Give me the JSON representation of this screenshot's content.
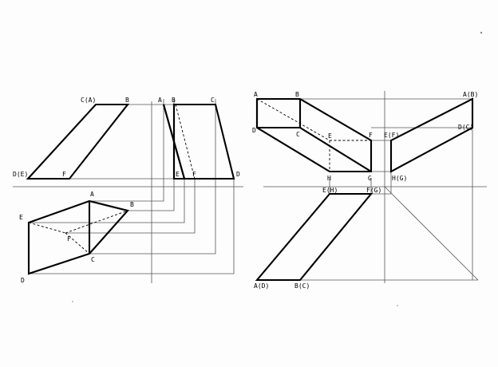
{
  "left_drawing": {
    "front_view_labels": [
      "C(A)",
      "B",
      "D(E)",
      "F"
    ],
    "side_view_labels": [
      "A",
      "B",
      "C",
      "E",
      "F",
      "D"
    ],
    "top_view_labels": [
      "A",
      "B",
      "E",
      "F",
      "C",
      "D"
    ]
  },
  "right_drawing": {
    "front_view_labels": [
      "A",
      "B",
      "D",
      "C",
      "E",
      "F",
      "H",
      "G"
    ],
    "side_view_labels": [
      "A(B)",
      "D(C)",
      "E(F)",
      "H(G)"
    ],
    "top_view_labels": [
      "E(H)",
      "F(G)",
      "A(D)",
      "B(C)"
    ]
  }
}
